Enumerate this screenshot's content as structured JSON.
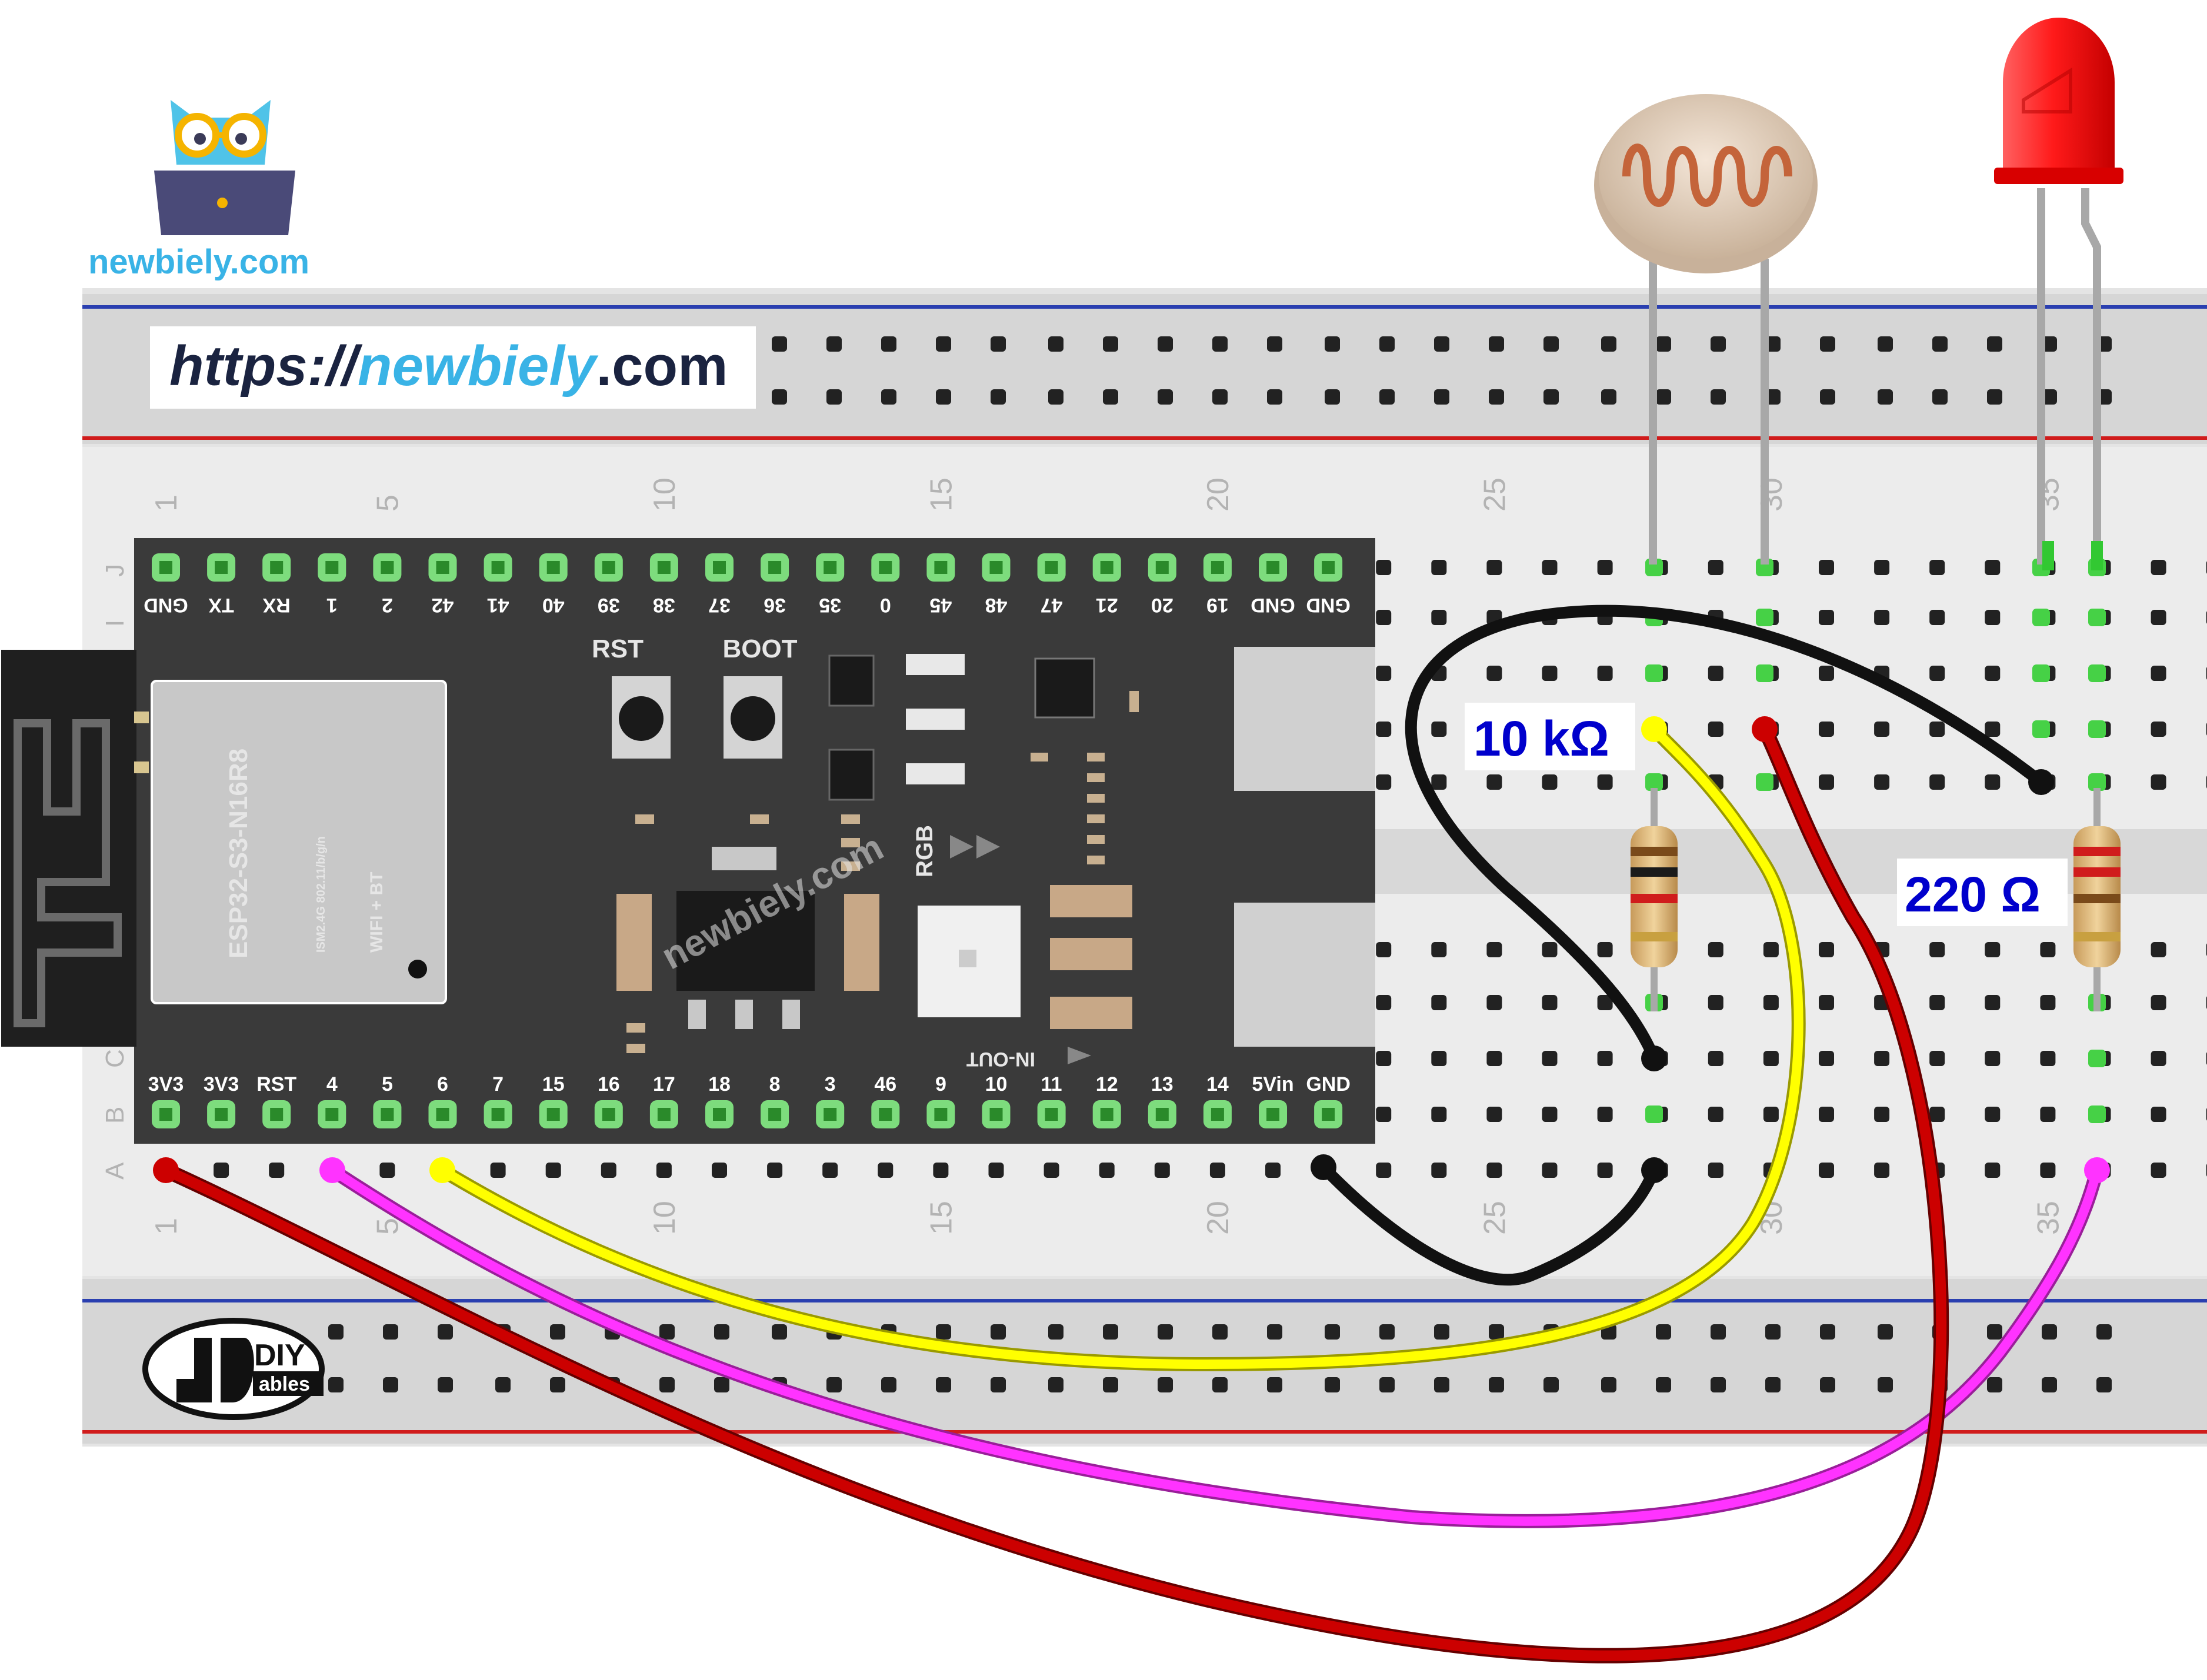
{
  "brand": {
    "site_text": "newbiely.com",
    "url_prefix": "https://",
    "url_domain": "newbiely",
    "url_suffix": ".com",
    "diy_logo_top": "DIY",
    "diy_logo_bottom": "ables",
    "watermark": "newbiely.com"
  },
  "board": {
    "module_name": "ESP32-S3-N16R8",
    "module_spec": "ISM2.4G 802.11/b/g/n",
    "module_radio": "WIFI + BT",
    "button_rst": "RST",
    "button_boot": "BOOT",
    "led_label": "RGB",
    "in_out_label": "IN-OUT",
    "top_pins": [
      "GND",
      "TX",
      "RX",
      "1",
      "2",
      "42",
      "41",
      "40",
      "39",
      "38",
      "37",
      "36",
      "35",
      "0",
      "45",
      "48",
      "47",
      "21",
      "20",
      "19",
      "GND",
      "GND"
    ],
    "bottom_pins": [
      "3V3",
      "3V3",
      "RST",
      "4",
      "5",
      "6",
      "7",
      "15",
      "16",
      "17",
      "18",
      "8",
      "3",
      "46",
      "9",
      "10",
      "11",
      "12",
      "13",
      "14",
      "5Vin",
      "GND"
    ]
  },
  "breadboard": {
    "column_numbers": [
      "1",
      "5",
      "10",
      "15",
      "20",
      "25",
      "30",
      "35"
    ],
    "row_letters": [
      "J",
      "I",
      "C",
      "B",
      "A"
    ]
  },
  "components": {
    "resistor_ldr_label": "10 kΩ",
    "resistor_led_label": "220 Ω"
  },
  "colors": {
    "wire_red": "#cc0000",
    "wire_black": "#111111",
    "wire_yellow": "#ffff00",
    "wire_magenta": "#ff33ff",
    "led_red": "#ff2020",
    "label_blue": "#0000cc",
    "board_dark": "#3a3a3a"
  }
}
